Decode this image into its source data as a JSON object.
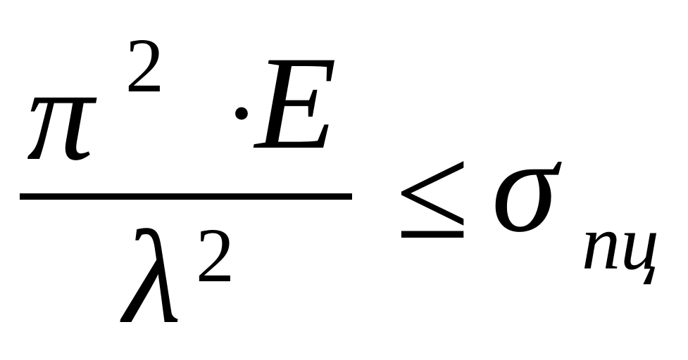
{
  "formula": {
    "numerator": {
      "pi": "π",
      "pi_exponent": "2",
      "dot": "·",
      "modulus": "E"
    },
    "denominator": {
      "lambda": "λ",
      "lambda_exponent": "2"
    },
    "relation": "≤",
    "rhs": {
      "sigma": "σ",
      "subscript": "пц"
    }
  }
}
